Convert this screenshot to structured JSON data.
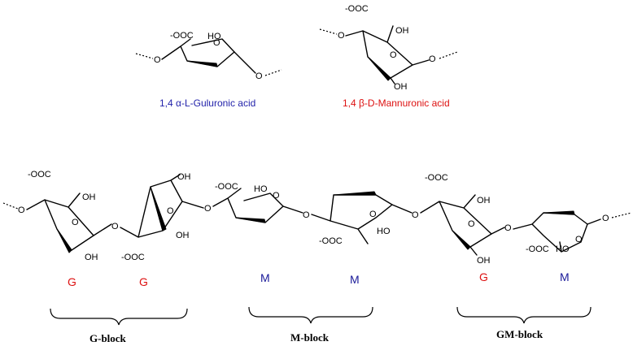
{
  "captions": {
    "guluronic": "1,4 α-L-Guluronic acid",
    "mannuronic": "1,4 β-D-Mannuronic acid"
  },
  "colors": {
    "guluronic": "#2222aa",
    "mannuronic": "#dd1111",
    "unit_g": "#dd1111",
    "unit_m": "#1a1a99"
  },
  "units": [
    "G",
    "G",
    "M",
    "M",
    "G",
    "M"
  ],
  "blocks": {
    "g_block": "G-block",
    "m_block": "M-block",
    "gm_block": "GM-block"
  },
  "atoms": {
    "coo": "-OOC",
    "oh": "OH",
    "ho": "HO",
    "o": "O"
  }
}
